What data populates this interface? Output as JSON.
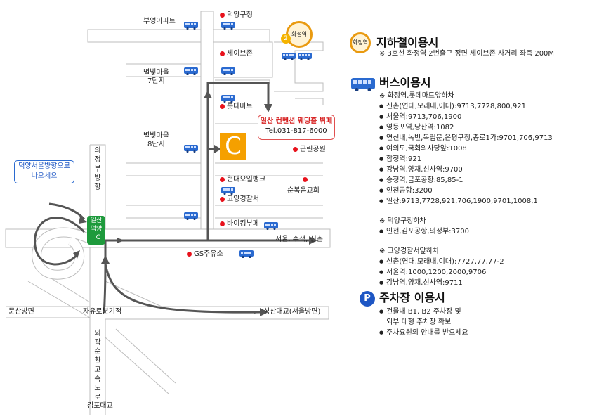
{
  "map": {
    "labels": {
      "buyoung_apt": "부영아파트",
      "deokyang_gucheong": "덕양구청",
      "hwajeong_station": "화정역",
      "line_number": "2",
      "seven_eleven": "세이브존",
      "byeolbit_7": "별빛마을\n7단지",
      "lotte_mart": "롯데마트",
      "byeolbit_8": "별빛마을\n8단지",
      "geunrin_park": "근린공원",
      "uijeongbu": "의정부방향",
      "hyundai_oilbank": "현대오일뱅크",
      "sunbokeum_church": "순복음교회",
      "goyang_police": "고양경찰서",
      "viking_buffet": "바이킹부페",
      "seoul_direction": "서울, 수색, 신촌",
      "gs_station": "GS주유소",
      "munsan": "문산방면",
      "jayuro": "자유로분기점",
      "seongsan": "성산대교(서울방면)",
      "ring_expressway": "외곽순환고속도로",
      "gimpo": "김포대교"
    },
    "callout": {
      "name": "일산 컨벤션 웨딩홀 뷔페",
      "tel": "Tel.031-817-6000"
    },
    "logo_letter": "C",
    "note_bubble": "덕양서울방향으로\n나오세요",
    "ic_label": "일산\n덕양\nI C"
  },
  "subway": {
    "badge": "화정역",
    "title": "지하철이용시",
    "note": "※ 3호선 화정역 2번출구 정면 세이브존 사거리 좌측 200M"
  },
  "bus": {
    "title": "버스이용시",
    "groups": [
      {
        "header": "※ 화정역,롯데마트앞하차",
        "items": [
          "신촌(연대,모래내,이대):9713,7728,800,921",
          "서울역:9713,706,1900",
          "영등포역,당산역:1082",
          "연신내,녹번,독립문,은평구청,종로1가:9701,706,9713",
          "여의도,국회의사당앞:1008",
          "합정역:921",
          "강남역,양재,신사역:9700",
          "송정역,금포공항:85,85-1",
          "인천공항:3200",
          "일산:9713,7728,921,706,1900,9701,1008,1"
        ]
      },
      {
        "header": "※ 덕양구청하차",
        "items": [
          "인천,김포공항,의정부:3700"
        ]
      },
      {
        "header": "※ 고양경찰서앞하차",
        "items": [
          "신촌(연대,모래내,이대):7727,77,77-2",
          "서울역:1000,1200,2000,9706",
          "강남역,양재,신사역:9711"
        ]
      }
    ]
  },
  "parking": {
    "icon": "P",
    "title": "주차장 이용시",
    "items": [
      "건물내 B1, B2 주차장 및\n외부 대형 주차장 확보",
      "주차요원의 안내를 받으세요"
    ]
  },
  "colors": {
    "road_fill": "#ffffff",
    "road_edge": "#bdbdbd",
    "route": "#555555",
    "bus_blue": "#2a6ad0",
    "poi_red": "#e8121c",
    "ic_green": "#1e9a3c",
    "logo_orange": "#f5a000"
  }
}
